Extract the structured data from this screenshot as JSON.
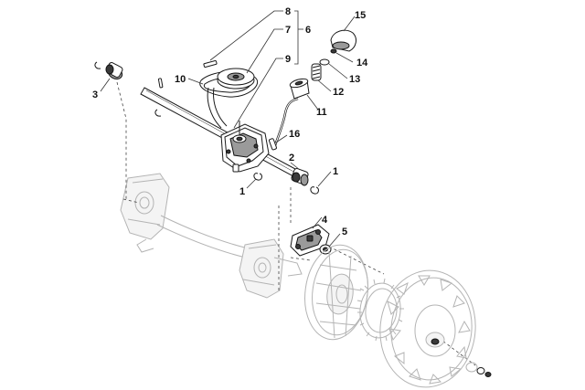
{
  "callouts": {
    "c1a": "1",
    "c1b": "1",
    "c2": "2",
    "c3": "3",
    "c4": "4",
    "c5": "5",
    "c6": "6",
    "c7": "7",
    "c8": "8",
    "c9": "9",
    "c10": "10",
    "c11": "11",
    "c12": "12",
    "c13": "13",
    "c14": "14",
    "c15": "15",
    "c16": "16"
  },
  "colors": {
    "ink": "#1a1a1a",
    "ghost": "#b4b4b4",
    "background": "#ffffff"
  }
}
